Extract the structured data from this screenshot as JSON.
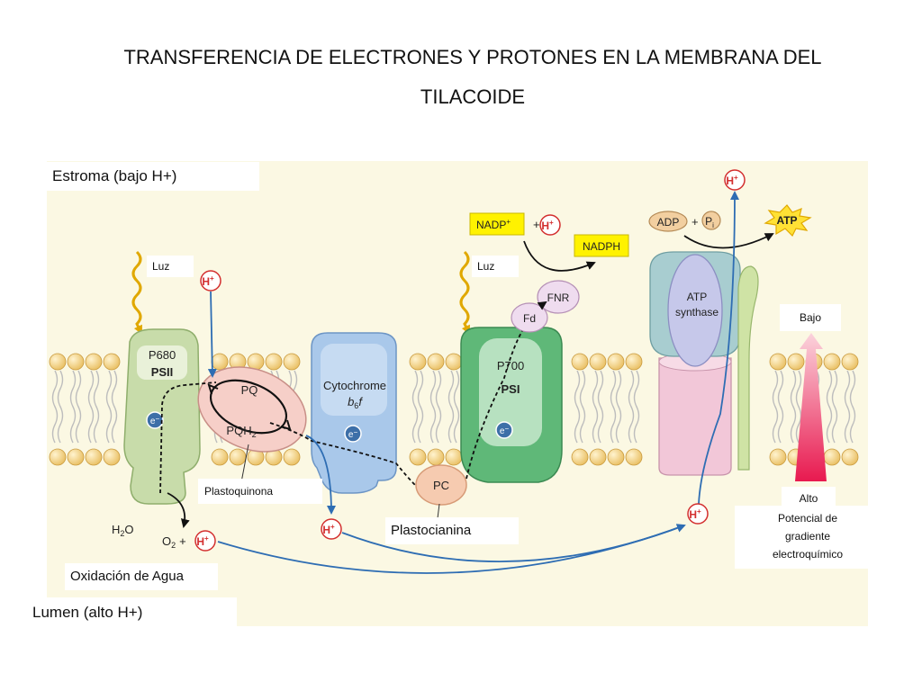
{
  "title": {
    "line1": "TRANSFERENCIA DE ELECTRONES Y PROTONES EN LA MEMBRANA DEL",
    "line2": "TILACOIDE"
  },
  "regions": {
    "stroma": "Estroma (bajo H+)",
    "lumen": "Lumen (alto H+)"
  },
  "overlay_labels": {
    "light_left": "Luz",
    "light_right": "Luz",
    "plastoquinone": "Plastoquinona",
    "plastocyanin": "Plastocianina",
    "water_oxidation": "Oxidación de Agua",
    "gradient_low": "Bajo",
    "gradient_high": "Alto",
    "gradient_caption_1": "Potencial de",
    "gradient_caption_2": "gradiente",
    "gradient_caption_3": "electroquímico"
  },
  "figure": {
    "psii_name": "P680",
    "psii_label": "PSII",
    "pq": "PQ",
    "pqh2_base": "PQH",
    "pqh2_sub": "2",
    "cyt_line1": "Cytochrome",
    "cyt_b": "b",
    "cyt_sub": "6",
    "cyt_f": "f",
    "electron": "e",
    "electron_sign": "−",
    "pc": "PC",
    "psi_name": "P700",
    "psi_label": "PSI",
    "fd": "Fd",
    "fnr": "FNR",
    "nadp_base": "NADP",
    "nadp_sup": "+",
    "plus": "+",
    "h_base": "H",
    "h_sup": "+",
    "nadph": "NADPH",
    "adp": "ADP",
    "pi_base": "P",
    "pi_sub": "i",
    "atp": "ATP",
    "atp_synthase_1": "ATP",
    "atp_synthase_2": "synthase",
    "h2o_base": "H",
    "h2o_sub": "2",
    "h2o_end": "O",
    "o2_base": "O",
    "o2_sub": "2"
  },
  "colors": {
    "panel_bg": "#fbf8e3",
    "lipid_head": "#f2d289",
    "psii": "#c8dcaa",
    "cytochrome": "#a9c8ea",
    "psi": "#5fb878",
    "pq_pqh2": "#f6cfc8",
    "pc": "#f6cbb0",
    "nadp_highlight": "#fff200",
    "atp_burst": "#ffe135",
    "atp_synthase_top": "#a8cdd0",
    "atp_synthase_bottom": "#f2c7d8",
    "proton": "#d32f2f",
    "proton_arrow": "#2e6db3",
    "gradient_arrow": "#e8194f"
  }
}
